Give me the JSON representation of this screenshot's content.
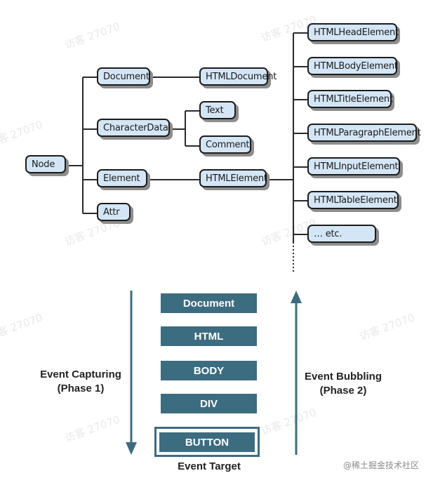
{
  "hierarchy": {
    "root": "Node",
    "level1": [
      "Document",
      "CharacterData",
      "Element",
      "Attr"
    ],
    "document_child": "HTMLDocument",
    "characterdata_children": [
      "Text",
      "Comment"
    ],
    "element_child": "HTMLElement",
    "htmlelement_children": [
      "HTMLHeadElement",
      "HTMLBodyElement",
      "HTMLTitleElement",
      "HTMLParagraphElement",
      "HTMLInputElement",
      "HTMLTableElement",
      "… etc."
    ]
  },
  "event_flow": {
    "layers": [
      "Document",
      "HTML",
      "BODY",
      "DIV",
      "BUTTON"
    ],
    "capturing_label_line1": "Event Capturing",
    "capturing_label_line2": "(Phase 1)",
    "bubbling_label_line1": "Event Bubbling",
    "bubbling_label_line2": "(Phase 2)",
    "target_label": "Event Target"
  },
  "watermark": "访客 27070",
  "footer_brand": "@稀土掘金技术社区",
  "colors": {
    "node_fill": "#d4e6f6",
    "phase_fill": "#3c6c80",
    "arrow": "#3c6c80"
  }
}
